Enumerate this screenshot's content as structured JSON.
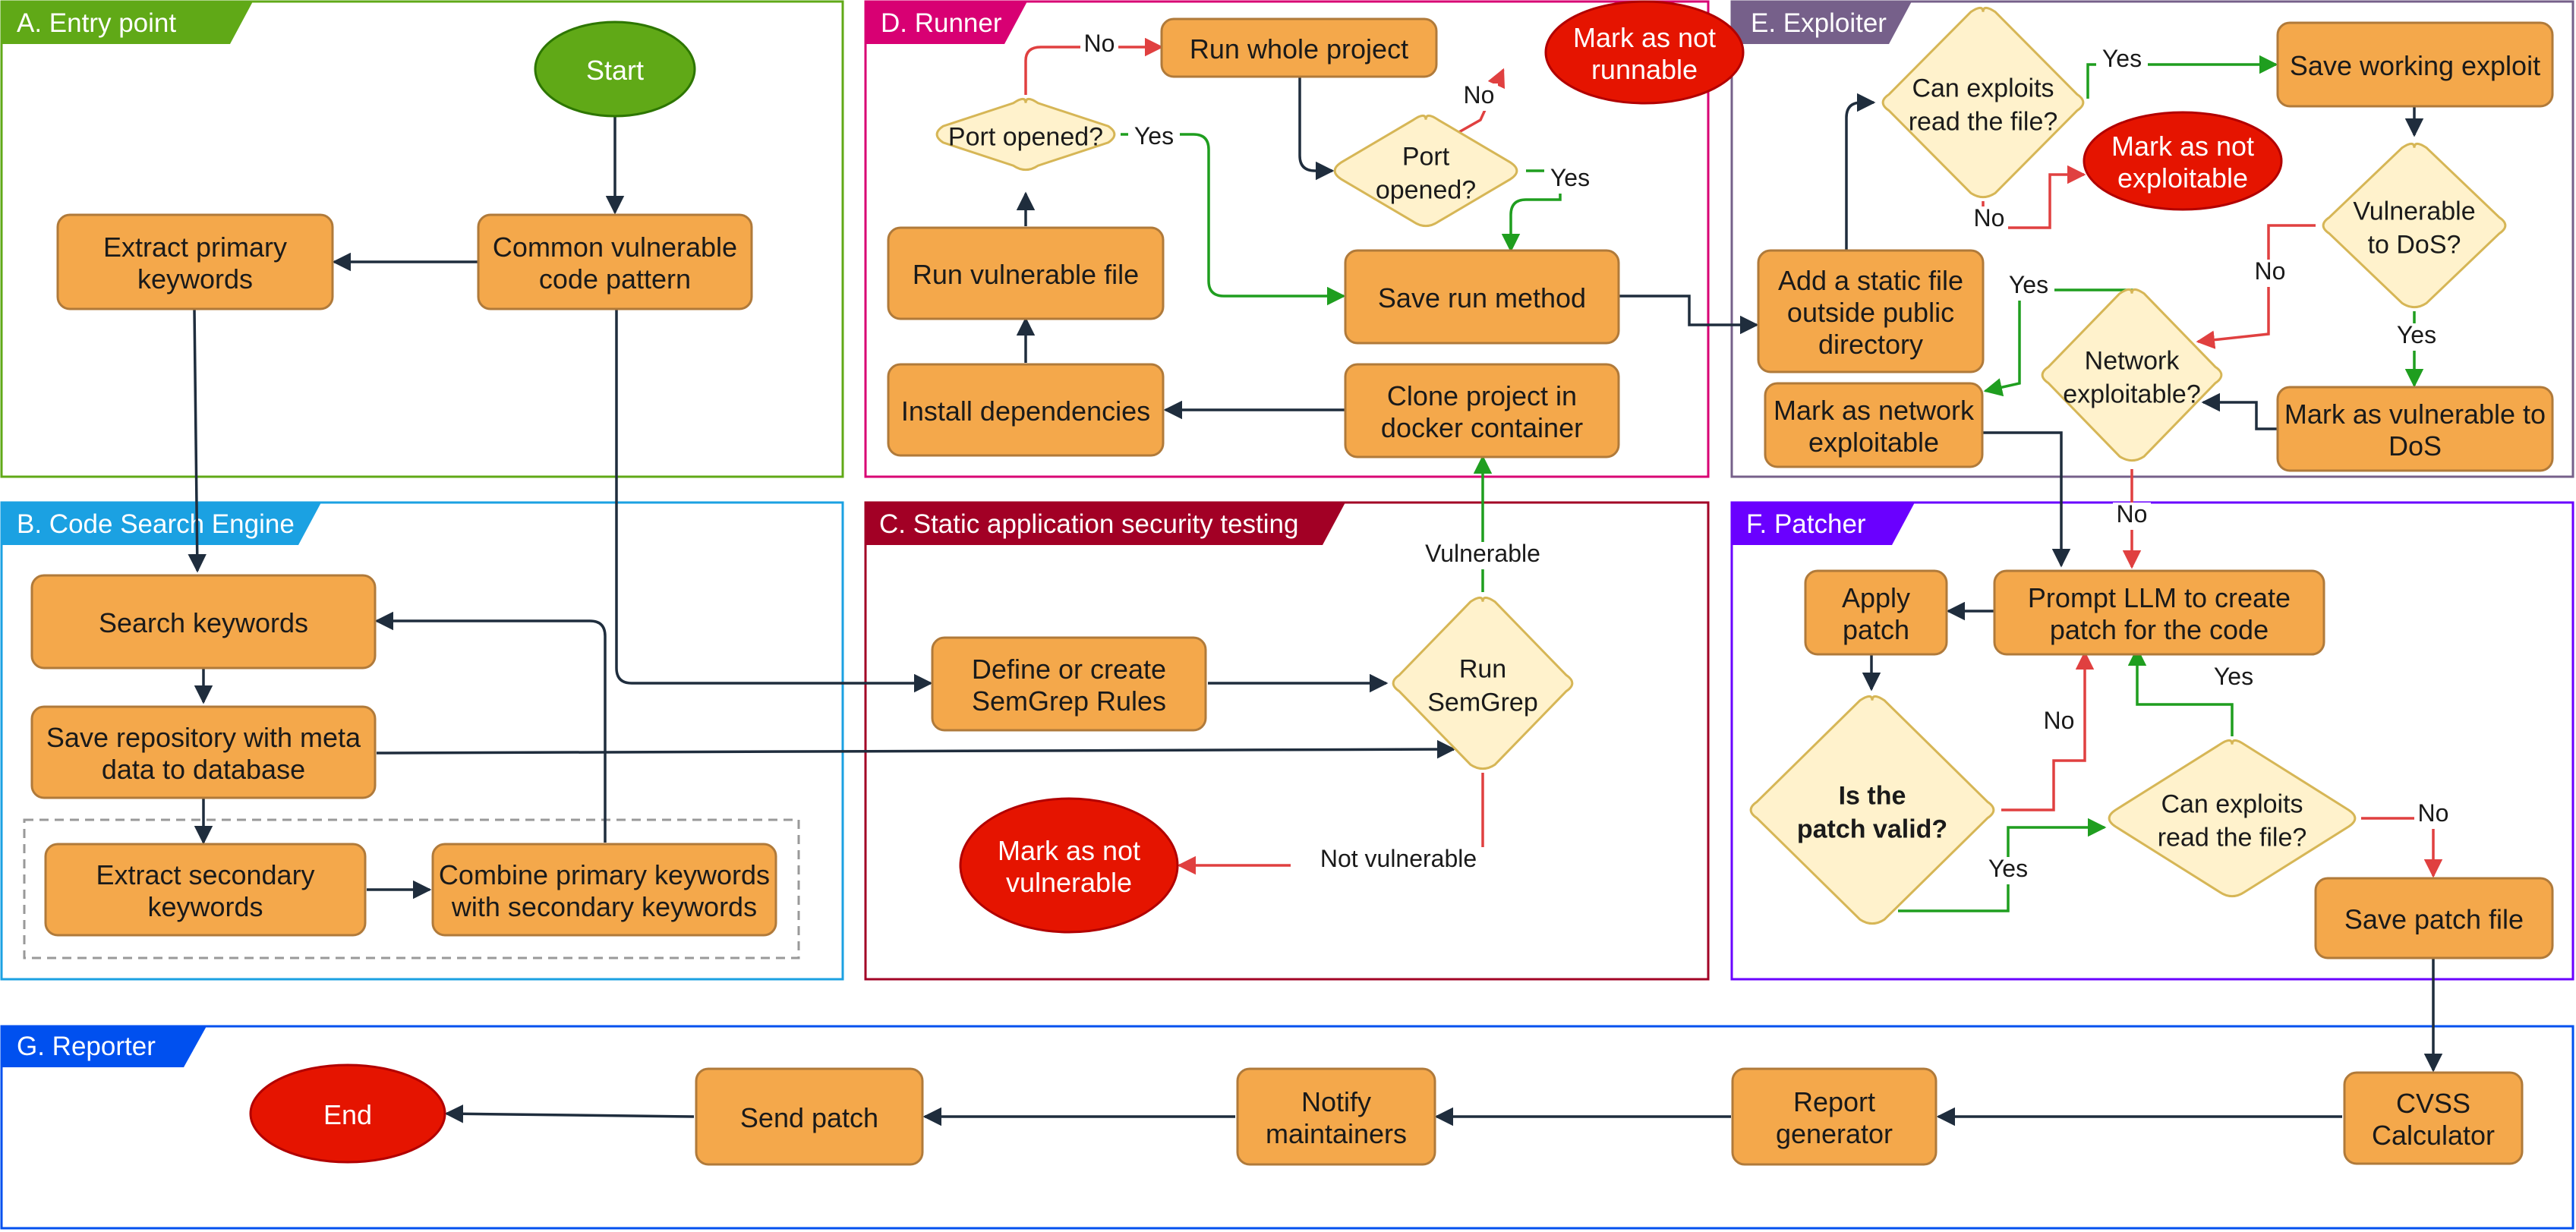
{
  "colors": {
    "box_fill": "#F4A84B",
    "box_stroke": "#B07A3A",
    "diamond_fill": "#FFF2CC",
    "diamond_stroke": "#D6B656",
    "green_oval": "#60A917",
    "red_oval": "#E51400",
    "arrow_dark": "#1F2D3D",
    "arrow_green": "#1F9E1F",
    "arrow_red": "#E04040",
    "section_A": "#60A917",
    "section_B": "#1BA1E2",
    "section_C": "#A20025",
    "section_D": "#D80073",
    "section_E": "#76608A",
    "section_F": "#6A00FF",
    "section_G": "#0050EF"
  },
  "sections": {
    "A": "A. Entry point",
    "B": "B. Code Search Engine",
    "C": "C. Static application security testing",
    "D": "D. Runner",
    "E": "E. Exploiter",
    "F": "F. Patcher",
    "G": "G. Reporter"
  },
  "entry": {
    "start": "Start",
    "common_pattern": [
      "Common vulnerable",
      "code pattern"
    ],
    "extract_primary": [
      "Extract primary",
      "keywords"
    ]
  },
  "search": {
    "search_keywords": "Search keywords",
    "save_repo": [
      "Save repository with meta",
      "data to database"
    ],
    "extract_secondary": [
      "Extract secondary",
      "keywords"
    ],
    "combine": [
      "Combine primary keywords",
      "with secondary keywords"
    ]
  },
  "sast": {
    "define_rules": [
      "Define or create",
      "SemGrep Rules"
    ],
    "run_semgrep": [
      "Run",
      "SemGrep"
    ],
    "vulnerable_label": "Vulnerable",
    "not_vulnerable_label": "Not  vulnerable",
    "mark_not_vulnerable": [
      "Mark as not",
      "vulnerable"
    ]
  },
  "runner": {
    "run_whole_project": "Run whole project",
    "mark_not_runnable": [
      "Mark as not",
      "runnable"
    ],
    "port_opened_1": "Port opened?",
    "port_opened_2": [
      "Port",
      "opened?"
    ],
    "run_vulnerable_file": "Run vulnerable file",
    "save_run_method": "Save run method",
    "install_dependencies": "Install dependencies",
    "clone_project": [
      "Clone project in",
      "docker container"
    ],
    "no_1": "No",
    "yes_1": "Yes",
    "no_2": "No",
    "yes_2": "Yes"
  },
  "exploiter": {
    "can_read": [
      "Can exploits",
      "read the file?"
    ],
    "save_working_exploit": "Save working exploit",
    "mark_not_exploitable": [
      "Mark as not",
      "exploitable"
    ],
    "vulnerable_dos": [
      "Vulnerable",
      "to DoS?"
    ],
    "add_static_file": [
      "Add a static file",
      "outside public",
      "directory"
    ],
    "network_exploitable": [
      "Network",
      "exploitable?"
    ],
    "mark_network": [
      "Mark as network",
      "exploitable"
    ],
    "mark_dos": [
      "Mark as vulnerable to",
      "DoS"
    ],
    "yes_read": "Yes",
    "no_read": "No",
    "no_dos": "No",
    "yes_dos": "Yes",
    "yes_net": "Yes",
    "no_net": "No"
  },
  "patcher": {
    "apply_patch": [
      "Apply",
      "patch"
    ],
    "prompt_llm": [
      "Prompt LLM to create",
      "patch for the code"
    ],
    "is_valid": [
      "Is the",
      "patch valid?"
    ],
    "can_read": [
      "Can exploits",
      "read the file?"
    ],
    "save_patch": "Save patch file",
    "no_valid": "No",
    "yes_valid": "Yes",
    "yes_read": "Yes",
    "no_read": "No"
  },
  "reporter": {
    "end": "End",
    "send_patch": "Send patch",
    "notify": [
      "Notify",
      "maintainers"
    ],
    "report_gen": [
      "Report",
      "generator"
    ],
    "cvss": [
      "CVSS",
      "Calculator"
    ]
  }
}
